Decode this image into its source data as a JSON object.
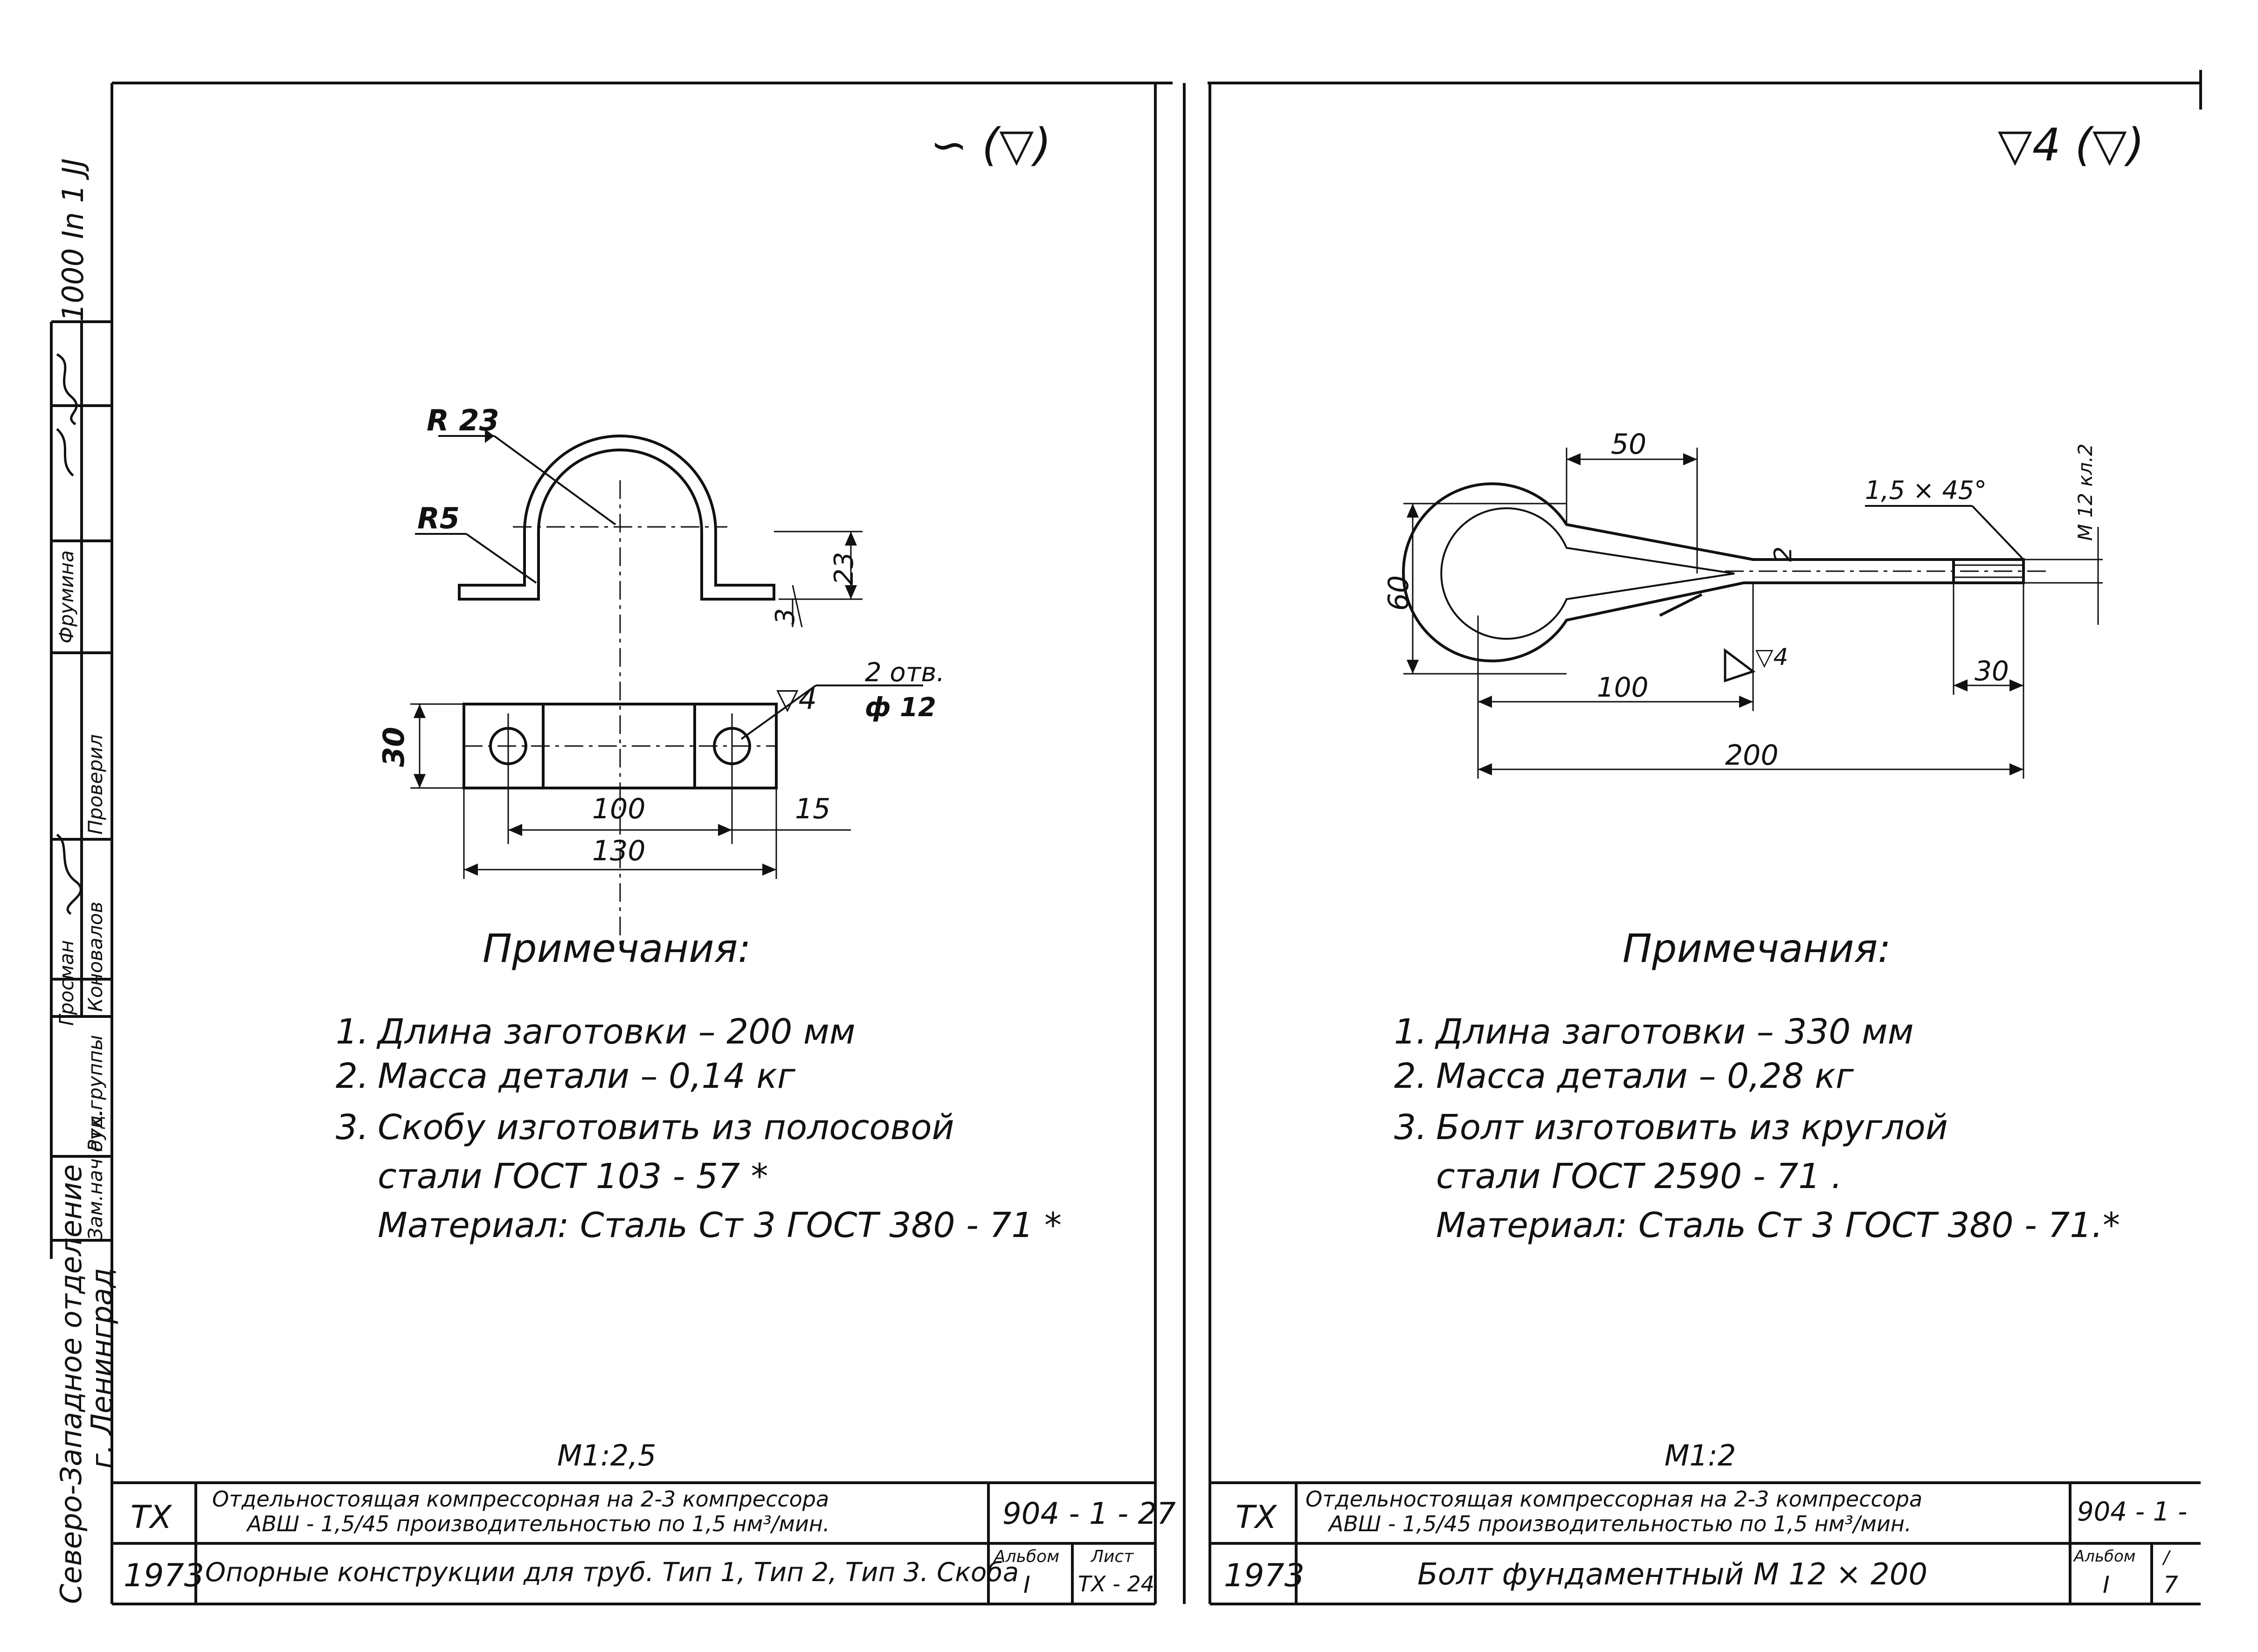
{
  "margin_strip": {
    "top_fragment": "1000 In 1 JJ",
    "org_text": "Северо-Западное отделение",
    "city_text": "г. Ленинград",
    "roles": [
      "Зам.нач.отд.",
      "Рук.группы",
      "Проверил"
    ],
    "names": [
      "Гросман",
      "Коновалов",
      "Фрумина"
    ]
  },
  "sheet_left": {
    "roughness_mark": "∽ (▽)",
    "dims": {
      "r23": "R 23",
      "r5": "R5",
      "h23": "23",
      "t3": "3",
      "w30": "30",
      "holes": "2 отв.",
      "hole_dia": "ф 12",
      "finish": "▽4",
      "d100": "100",
      "d15": "15",
      "d130": "130"
    },
    "notes_title": "Примечания:",
    "notes": [
      {
        "num": "1.",
        "text": "Длина   заготовки  – 200 мм"
      },
      {
        "num": "2.",
        "text": "Масса   детали      – 0,14 кг"
      },
      {
        "num": "3.",
        "text": "Скобу  изготовить  из  полосовой"
      },
      {
        "num": "",
        "text": "стали    ГОСТ    103 - 57 *"
      },
      {
        "num": "",
        "text": "Материал:  Сталь  Ст 3  ГОСТ  380 - 71 *"
      }
    ],
    "scale": "М1:2,5",
    "title_block": {
      "code": "ТХ",
      "year": "1973",
      "desc1": "Отдельностоящая  компрессорная    на  2-3  компрессора",
      "desc2": "АВШ - 1,5/45   производительностью      по  1,5  нм³/мин.",
      "part": "Опорные  конструкции  для  труб.  Тип 1,  Тип 2,  Тип 3.  Скоба",
      "project": "904 - 1 - 27",
      "album_label": "Альбом",
      "album": "I",
      "sheet_label": "Лист",
      "sheet": "ТХ - 24"
    }
  },
  "sheet_right": {
    "roughness_mark": "▽4 (▽)",
    "dims": {
      "d50": "50",
      "d60": "60",
      "d100": "100",
      "d200": "200",
      "d30": "30",
      "chamfer": "1,5 × 45°",
      "thread": "М 12 кл.2",
      "bend_mark": "2",
      "finish": "▽4"
    },
    "notes_title": "Примечания:",
    "notes": [
      {
        "num": "1.",
        "text": "Длина   заготовки –  330  мм"
      },
      {
        "num": "2.",
        "text": "Масса   детали     –  0,28  кг"
      },
      {
        "num": "3.",
        "text": "Болт   изготовить   из   круглой"
      },
      {
        "num": "",
        "text": "стали    ГОСТ   2590 - 71 ."
      },
      {
        "num": "",
        "text": "Материал:  Сталь  Ст 3   ГОСТ   380 - 71.*"
      }
    ],
    "scale": "М1:2",
    "title_block": {
      "code": "ТХ",
      "year": "1973",
      "desc1": "Отдельностоящая    компрессорная   на   2-3  компрессора",
      "desc2": "АВШ - 1,5/45   производительностью   по  1,5  нм³/мин.",
      "part": "Болт    фундаментный       М 12 × 200",
      "project": "904 - 1 -",
      "album_label": "Альбом",
      "album": "I",
      "sheet_label": "/",
      "sheet": "7"
    }
  }
}
